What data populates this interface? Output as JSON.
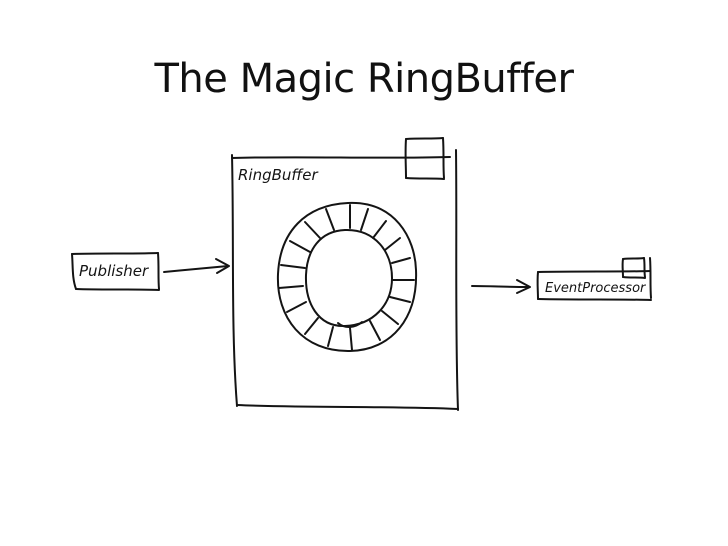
{
  "slide": {
    "title": "The Magic RingBuffer"
  },
  "diagram": {
    "ringbuffer_label": "RingBuffer",
    "publisher_label": "Publisher",
    "eventprocessor_label": "EventProcessor"
  },
  "colors": {
    "ink": "#141414",
    "background": "#ffffff"
  }
}
